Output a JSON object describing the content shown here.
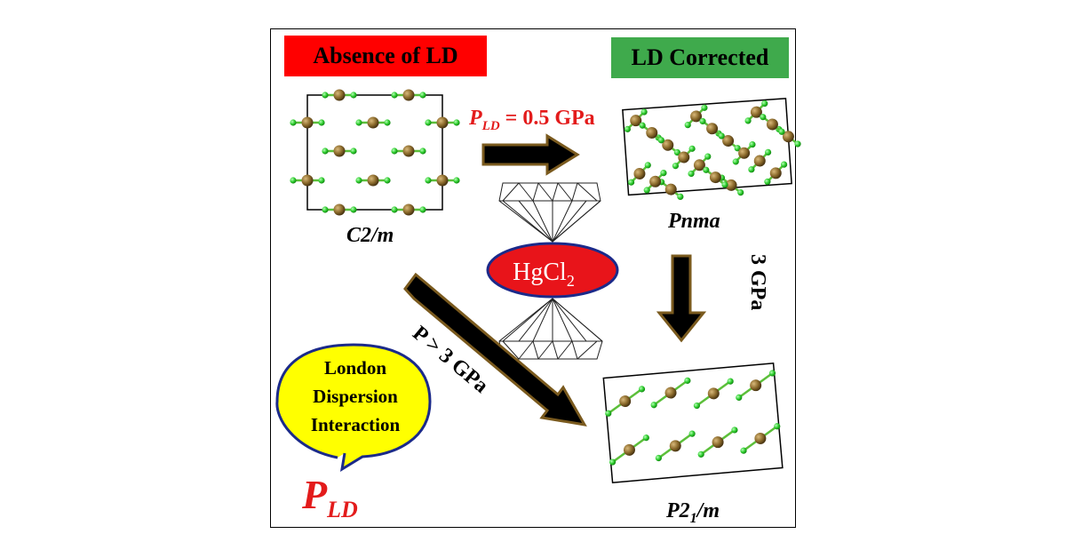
{
  "banners": {
    "absence": {
      "text": "Absence of LD",
      "color": "#ff0000"
    },
    "corrected": {
      "text": "LD Corrected",
      "color": "#3faa4c"
    }
  },
  "phases": {
    "c2m": "C2/m",
    "pnma": "Pnma",
    "p21m_prefix": "P2",
    "p21m_sub": "1",
    "p21m_suffix": "/m"
  },
  "transitions": {
    "pld_symbol": "P",
    "pld_sub": "LD",
    "pld_value": " = 0.5 GPa",
    "vertical": "3 GPa",
    "diagonal": "P > 3 GPa"
  },
  "compound": {
    "main": "HgCl",
    "sub": "2",
    "fill": "#e8141a"
  },
  "bubble": {
    "line1": "London",
    "line2": "Dispersion",
    "line3": "Interaction",
    "fill": "#ffff00"
  },
  "footer_symbol": {
    "main": "P",
    "sub": "LD",
    "color": "#e31b1b"
  },
  "colors": {
    "hg_atom": "#8b6a2b",
    "cl_atom": "#2ecc2e",
    "arrow_fill": "#000000",
    "arrow_edge": "#7a5a1e"
  }
}
